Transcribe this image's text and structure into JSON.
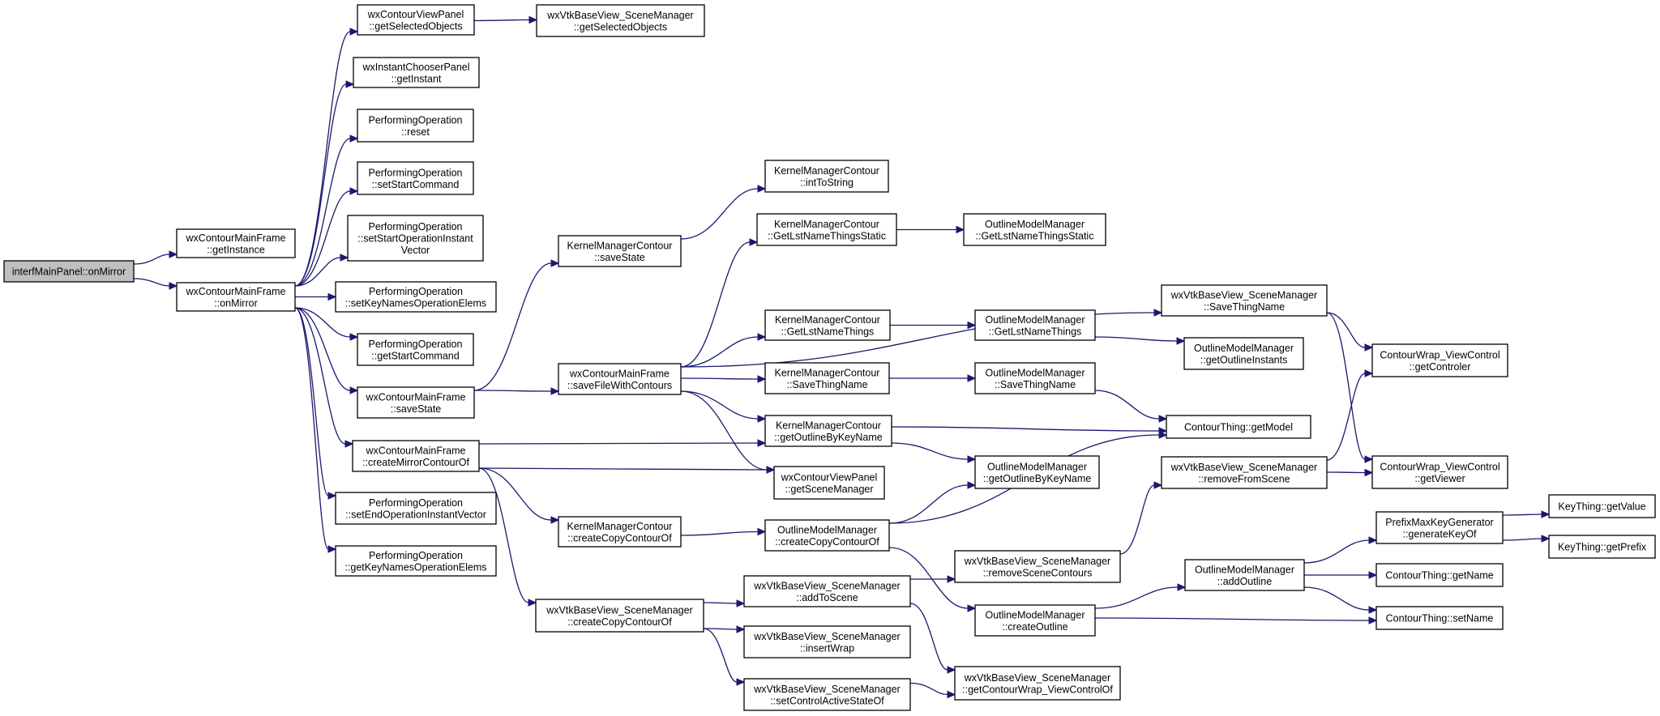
{
  "nodes": [
    {
      "id": "root",
      "lines": [
        "interfMainPanel::onMirror"
      ],
      "highlight": true
    },
    {
      "id": "wcmf_getInstance",
      "lines": [
        "wxContourMainFrame",
        "::getInstance"
      ]
    },
    {
      "id": "wcmf_onMirror",
      "lines": [
        "wxContourMainFrame",
        "::onMirror"
      ]
    },
    {
      "id": "wcvp_getSelectedObjects",
      "lines": [
        "wxContourViewPanel",
        "::getSelectedObjects"
      ]
    },
    {
      "id": "wxsm_getSelectedObjects",
      "lines": [
        "wxVtkBaseView_SceneManager",
        "::getSelectedObjects"
      ]
    },
    {
      "id": "wicp_getInstant",
      "lines": [
        "wxInstantChooserPanel",
        "::getInstant"
      ]
    },
    {
      "id": "po_reset",
      "lines": [
        "PerformingOperation",
        "::reset"
      ]
    },
    {
      "id": "po_setStartCommand",
      "lines": [
        "PerformingOperation",
        "::setStartCommand"
      ]
    },
    {
      "id": "po_setStartOpInstVec",
      "lines": [
        "PerformingOperation",
        "::setStartOperationInstant",
        "Vector"
      ]
    },
    {
      "id": "po_setKeyNames",
      "lines": [
        "PerformingOperation",
        "::setKeyNamesOperationElems"
      ]
    },
    {
      "id": "po_getStartCommand",
      "lines": [
        "PerformingOperation",
        "::getStartCommand"
      ]
    },
    {
      "id": "wcmf_saveState",
      "lines": [
        "wxContourMainFrame",
        "::saveState"
      ]
    },
    {
      "id": "wcmf_createMirror",
      "lines": [
        "wxContourMainFrame",
        "::createMirrorContourOf"
      ]
    },
    {
      "id": "po_setEndOpInstVec",
      "lines": [
        "PerformingOperation",
        "::setEndOperationInstantVector"
      ]
    },
    {
      "id": "po_getKeyNames",
      "lines": [
        "PerformingOperation",
        "::getKeyNamesOperationElems"
      ]
    },
    {
      "id": "kmc_saveState",
      "lines": [
        "KernelManagerContour",
        "::saveState"
      ]
    },
    {
      "id": "wcmf_saveFile",
      "lines": [
        "wxContourMainFrame",
        "::saveFileWithContours"
      ]
    },
    {
      "id": "kmc_createCopy",
      "lines": [
        "KernelManagerContour",
        "::createCopyContourOf"
      ]
    },
    {
      "id": "wxsm_createCopy",
      "lines": [
        "wxVtkBaseView_SceneManager",
        "::createCopyContourOf"
      ]
    },
    {
      "id": "kmc_intToString",
      "lines": [
        "KernelManagerContour",
        "::intToString"
      ]
    },
    {
      "id": "kmc_getLstStatic",
      "lines": [
        "KernelManagerContour",
        "::GetLstNameThingsStatic"
      ]
    },
    {
      "id": "kmc_getLst",
      "lines": [
        "KernelManagerContour",
        "::GetLstNameThings"
      ]
    },
    {
      "id": "kmc_saveThingName",
      "lines": [
        "KernelManagerContour",
        "::SaveThingName"
      ]
    },
    {
      "id": "kmc_getOutline",
      "lines": [
        "KernelManagerContour",
        "::getOutlineByKeyName"
      ]
    },
    {
      "id": "wcvp_getSceneManager",
      "lines": [
        "wxContourViewPanel",
        "::getSceneManager"
      ]
    },
    {
      "id": "omm_createCopy",
      "lines": [
        "OutlineModelManager",
        "::createCopyContourOf"
      ]
    },
    {
      "id": "wxsm_addToScene",
      "lines": [
        "wxVtkBaseView_SceneManager",
        "::addToScene"
      ]
    },
    {
      "id": "wxsm_insertWrap",
      "lines": [
        "wxVtkBaseView_SceneManager",
        "::insertWrap"
      ]
    },
    {
      "id": "wxsm_setControl",
      "lines": [
        "wxVtkBaseView_SceneManager",
        "::setControlActiveStateOf"
      ]
    },
    {
      "id": "omm_getLstStatic",
      "lines": [
        "OutlineModelManager",
        "::GetLstNameThingsStatic"
      ]
    },
    {
      "id": "omm_getLst",
      "lines": [
        "OutlineModelManager",
        "::GetLstNameThings"
      ]
    },
    {
      "id": "omm_saveThingName",
      "lines": [
        "OutlineModelManager",
        "::SaveThingName"
      ]
    },
    {
      "id": "omm_getOutline",
      "lines": [
        "OutlineModelManager",
        "::getOutlineByKeyName"
      ]
    },
    {
      "id": "wxsm_removeSceneContours",
      "lines": [
        "wxVtkBaseView_SceneManager",
        "::removeSceneContours"
      ]
    },
    {
      "id": "omm_createOutline",
      "lines": [
        "OutlineModelManager",
        "::createOutline"
      ]
    },
    {
      "id": "wxsm_getContourWrap",
      "lines": [
        "wxVtkBaseView_SceneManager",
        "::getContourWrap_ViewControlOf"
      ]
    },
    {
      "id": "wxsm_saveThingName",
      "lines": [
        "wxVtkBaseView_SceneManager",
        "::SaveThingName"
      ]
    },
    {
      "id": "omm_getOutlineInstants",
      "lines": [
        "OutlineModelManager",
        "::getOutlineInstants"
      ]
    },
    {
      "id": "ct_getModel",
      "lines": [
        "ContourThing::getModel"
      ]
    },
    {
      "id": "wxsm_removeFromScene",
      "lines": [
        "wxVtkBaseView_SceneManager",
        "::removeFromScene"
      ]
    },
    {
      "id": "omm_addOutline",
      "lines": [
        "OutlineModelManager",
        "::addOutline"
      ]
    },
    {
      "id": "cwvc_getControler",
      "lines": [
        "ContourWrap_ViewControl",
        "::getControler"
      ]
    },
    {
      "id": "cwvc_getViewer",
      "lines": [
        "ContourWrap_ViewControl",
        "::getViewer"
      ]
    },
    {
      "id": "pmkg_generateKeyOf",
      "lines": [
        "PrefixMaxKeyGenerator",
        "::generateKeyOf"
      ]
    },
    {
      "id": "ct_getName",
      "lines": [
        "ContourThing::getName"
      ]
    },
    {
      "id": "ct_setName",
      "lines": [
        "ContourThing::setName"
      ]
    },
    {
      "id": "kt_getValue",
      "lines": [
        "KeyThing::getValue"
      ]
    },
    {
      "id": "kt_getPrefix",
      "lines": [
        "KeyThing::getPrefix"
      ]
    }
  ],
  "edges": [
    [
      "root",
      "wcmf_getInstance"
    ],
    [
      "root",
      "wcmf_onMirror"
    ],
    [
      "wcvp_getSelectedObjects",
      "wxsm_getSelectedObjects"
    ],
    [
      "wcmf_onMirror",
      "wcvp_getSelectedObjects"
    ],
    [
      "wcmf_onMirror",
      "wicp_getInstant"
    ],
    [
      "wcmf_onMirror",
      "po_reset"
    ],
    [
      "wcmf_onMirror",
      "po_setStartCommand"
    ],
    [
      "wcmf_onMirror",
      "po_setStartOpInstVec"
    ],
    [
      "wcmf_onMirror",
      "po_setKeyNames"
    ],
    [
      "wcmf_onMirror",
      "po_getStartCommand"
    ],
    [
      "wcmf_onMirror",
      "wcmf_saveState"
    ],
    [
      "wcmf_onMirror",
      "wcmf_createMirror"
    ],
    [
      "wcmf_onMirror",
      "po_setEndOpInstVec"
    ],
    [
      "wcmf_onMirror",
      "po_getKeyNames"
    ],
    [
      "wcmf_saveState",
      "kmc_saveState"
    ],
    [
      "wcmf_saveState",
      "wcmf_saveFile"
    ],
    [
      "kmc_saveState",
      "kmc_intToString"
    ],
    [
      "wcmf_saveFile",
      "kmc_getLstStatic"
    ],
    [
      "wcmf_saveFile",
      "wxsm_saveThingName"
    ],
    [
      "wcmf_saveFile",
      "kmc_getLst"
    ],
    [
      "wcmf_saveFile",
      "kmc_saveThingName"
    ],
    [
      "wcmf_saveFile",
      "kmc_getOutline"
    ],
    [
      "wcmf_saveFile",
      "wcvp_getSceneManager"
    ],
    [
      "kmc_getLstStatic",
      "omm_getLstStatic"
    ],
    [
      "kmc_getLst",
      "omm_getLst"
    ],
    [
      "kmc_saveThingName",
      "omm_saveThingName"
    ],
    [
      "kmc_getOutline",
      "omm_getOutline"
    ],
    [
      "kmc_getOutline",
      "ct_getModel"
    ],
    [
      "omm_getLst",
      "omm_getOutlineInstants"
    ],
    [
      "omm_saveThingName",
      "ct_getModel"
    ],
    [
      "wxsm_saveThingName",
      "cwvc_getControler"
    ],
    [
      "wxsm_saveThingName",
      "cwvc_getViewer"
    ],
    [
      "wcmf_createMirror",
      "kmc_getOutline"
    ],
    [
      "wcmf_createMirror",
      "wcvp_getSceneManager"
    ],
    [
      "wcmf_createMirror",
      "kmc_createCopy"
    ],
    [
      "wcmf_createMirror",
      "wxsm_createCopy"
    ],
    [
      "kmc_createCopy",
      "omm_createCopy"
    ],
    [
      "omm_createCopy",
      "omm_getOutline"
    ],
    [
      "omm_createCopy",
      "ct_getModel"
    ],
    [
      "omm_createCopy",
      "omm_createOutline"
    ],
    [
      "wxsm_createCopy",
      "wxsm_addToScene"
    ],
    [
      "wxsm_createCopy",
      "wxsm_insertWrap"
    ],
    [
      "wxsm_createCopy",
      "wxsm_setControl"
    ],
    [
      "wxsm_addToScene",
      "wxsm_removeSceneContours"
    ],
    [
      "wxsm_addToScene",
      "wxsm_getContourWrap"
    ],
    [
      "wxsm_setControl",
      "wxsm_getContourWrap"
    ],
    [
      "wxsm_removeSceneContours",
      "wxsm_removeFromScene"
    ],
    [
      "wxsm_removeFromScene",
      "cwvc_getControler"
    ],
    [
      "wxsm_removeFromScene",
      "cwvc_getViewer"
    ],
    [
      "omm_createOutline",
      "omm_addOutline"
    ],
    [
      "omm_createOutline",
      "ct_setName"
    ],
    [
      "omm_addOutline",
      "pmkg_generateKeyOf"
    ],
    [
      "omm_addOutline",
      "ct_getName"
    ],
    [
      "omm_addOutline",
      "ct_setName"
    ],
    [
      "pmkg_generateKeyOf",
      "kt_getValue"
    ],
    [
      "pmkg_generateKeyOf",
      "kt_getPrefix"
    ]
  ]
}
